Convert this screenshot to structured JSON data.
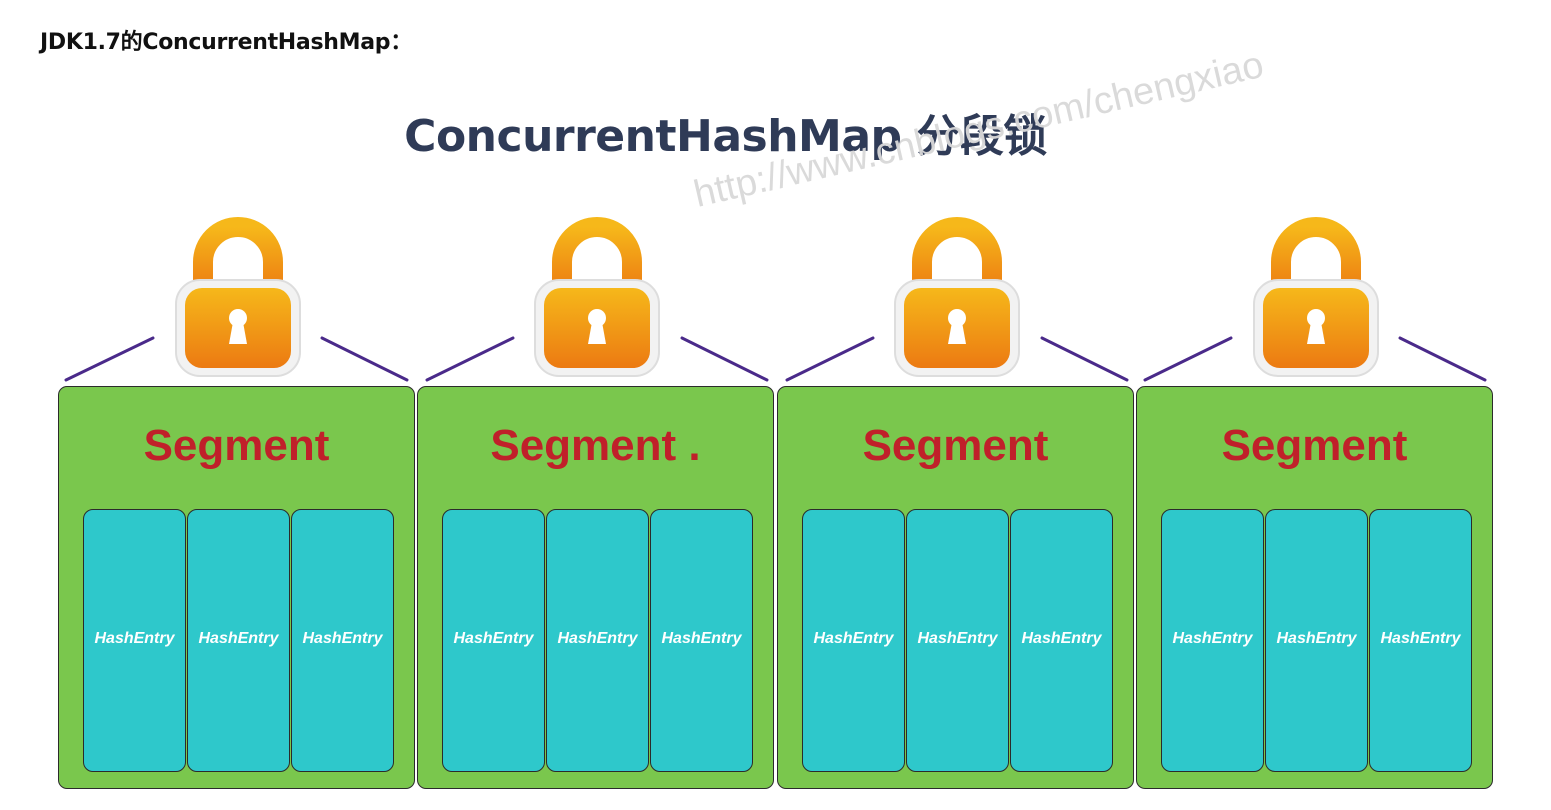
{
  "page": {
    "heading": "JDK1.7的ConcurrentHashMap："
  },
  "diagram": {
    "title": "ConcurrentHashMap 分段锁",
    "watermark": "http://www.cnblogs.com/chengxiao",
    "colors": {
      "segment_fill": "#7ac74d",
      "segment_text": "#c0202a",
      "entry_fill": "#2ec8cb",
      "connector": "#4a2a8a",
      "lock_body_top": "#f6b81a",
      "lock_body_bottom": "#ec7a12"
    },
    "segments": [
      {
        "label": "Segment",
        "entries": [
          "HashEntry",
          "HashEntry",
          "HashEntry"
        ]
      },
      {
        "label": "Segment .",
        "entries": [
          "HashEntry",
          "HashEntry",
          "HashEntry"
        ]
      },
      {
        "label": "Segment",
        "entries": [
          "HashEntry",
          "HashEntry",
          "HashEntry"
        ]
      },
      {
        "label": "Segment",
        "entries": [
          "HashEntry",
          "HashEntry",
          "HashEntry"
        ]
      }
    ],
    "lock_icon": "padlock-icon"
  }
}
